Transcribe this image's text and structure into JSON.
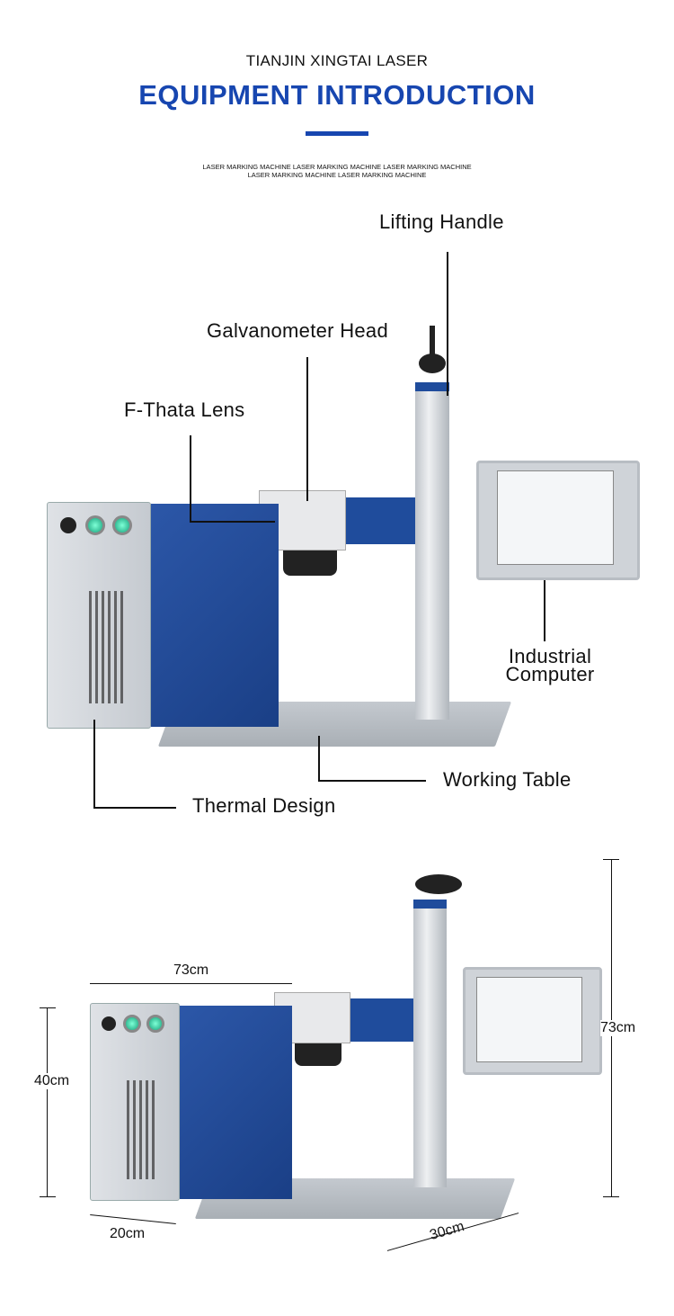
{
  "header": {
    "company": "TIANJIN XINGTAI LASER",
    "title": "EQUIPMENT INTRODUCTION",
    "tagline_line1": "LASER MARKING MACHINE LASER MARKING MACHINE LASER MARKING MACHINE",
    "tagline_line2": "LASER MARKING MACHINE LASER MARKING MACHINE",
    "accent_color": "#1746b0"
  },
  "parts": {
    "lifting_handle": "Lifting Handle",
    "galvanometer_head": "Galvanometer Head",
    "f_theta_lens": "F-Thata Lens",
    "industrial_computer_1": "Industrial",
    "industrial_computer_2": "Computer",
    "working_table": "Working Table",
    "thermal_design": "Thermal Design"
  },
  "dimensions": {
    "width": "73cm",
    "height_box": "40cm",
    "depth_box": "20cm",
    "depth_table": "30cm",
    "height_total": "73cm"
  }
}
